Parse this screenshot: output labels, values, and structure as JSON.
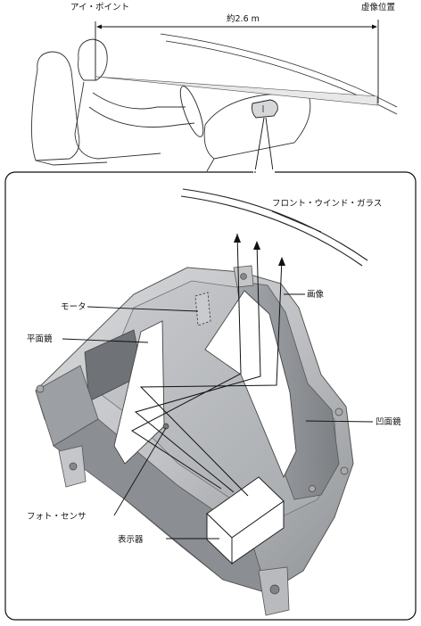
{
  "top": {
    "eye_point": "アイ・ポイント",
    "distance": "約2.6 m",
    "virtual_image_position": "虚像位置"
  },
  "detail": {
    "windshield": "フロント・ウインド・ガラス",
    "image": "画像",
    "motor": "モータ",
    "flat_mirror": "平面鏡",
    "concave_mirror": "凹面鏡",
    "photo_sensor": "フォト・センサ",
    "display": "表示器"
  }
}
